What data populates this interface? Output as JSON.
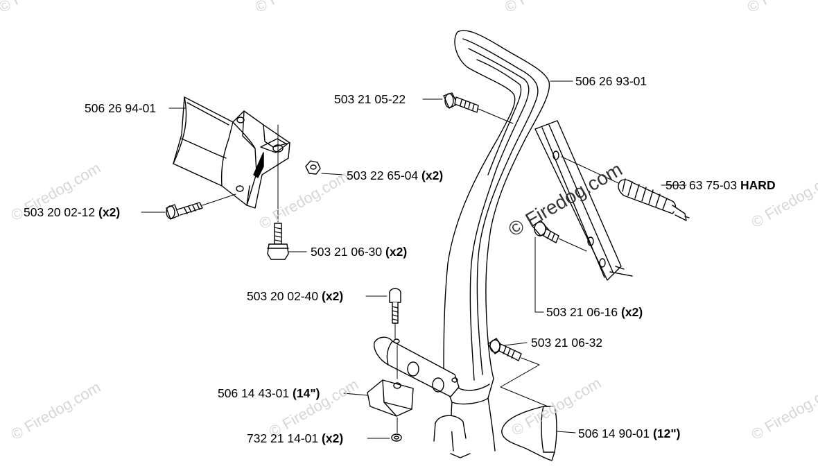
{
  "watermark": {
    "text": "© Firedog.com"
  },
  "parts": [
    {
      "id": "p1",
      "number": "506 26 94-01",
      "qty": ""
    },
    {
      "id": "p2",
      "number": "503 21 05-22",
      "qty": ""
    },
    {
      "id": "p3",
      "number": "506 26 93-01",
      "qty": ""
    },
    {
      "id": "p4",
      "number": "503 22 65-04",
      "qty": "(x2)"
    },
    {
      "id": "p5",
      "number": "503 63 75-03",
      "qty": "HARD"
    },
    {
      "id": "p6",
      "number": "503 20 02-12",
      "qty": "(x2)"
    },
    {
      "id": "p7",
      "number": "503 21 06-30",
      "qty": "(x2)"
    },
    {
      "id": "p8",
      "number": "503 20 02-40",
      "qty": "(x2)"
    },
    {
      "id": "p9",
      "number": "503 21 06-16",
      "qty": "(x2)"
    },
    {
      "id": "p10",
      "number": "503 21 06-32",
      "qty": ""
    },
    {
      "id": "p11",
      "number": "506 14 43-01",
      "qty": "(14\")"
    },
    {
      "id": "p12",
      "number": "506 14 90-01",
      "qty": "(12\")"
    },
    {
      "id": "p13",
      "number": "732 21 14-01",
      "qty": "(x2)"
    }
  ]
}
